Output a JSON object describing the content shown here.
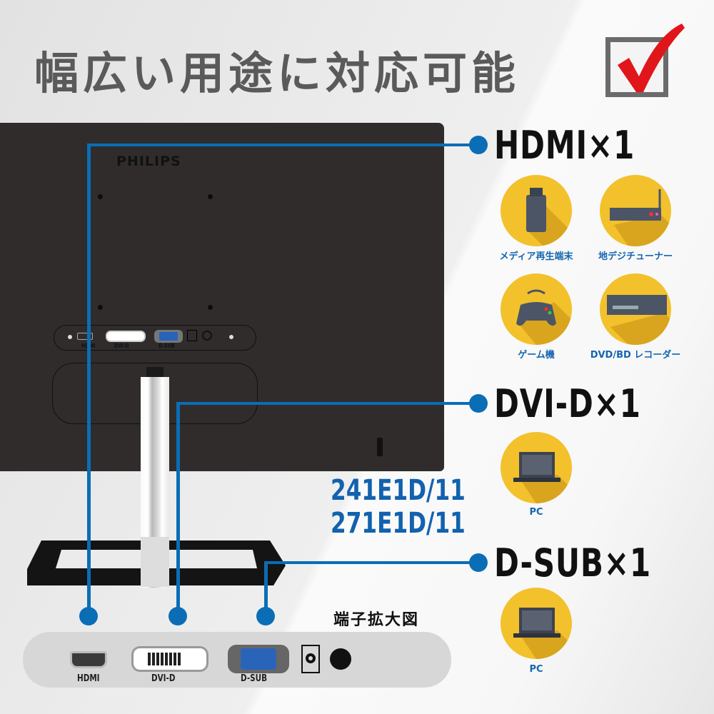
{
  "title": "幅広い用途に対応可能",
  "brand": "PHILIPS",
  "ports_small": {
    "hdmi": "HDMI",
    "dvi": "DVI-D",
    "dsub": "D-SUB"
  },
  "connectors": [
    {
      "label": "HDMI×1",
      "devices": [
        {
          "name": "メディア再生端末",
          "icon": "media-stick-icon"
        },
        {
          "name": "地デジチューナー",
          "icon": "tuner-icon"
        },
        {
          "name": "ゲーム機",
          "icon": "gamepad-icon"
        },
        {
          "name": "DVD/BD レコーダー",
          "icon": "recorder-icon"
        }
      ]
    },
    {
      "label": "DVI-D×1",
      "devices": [
        {
          "name": "PC",
          "icon": "laptop-icon"
        }
      ]
    },
    {
      "label": "D-SUB×1",
      "devices": [
        {
          "name": "PC",
          "icon": "laptop-icon"
        }
      ]
    }
  ],
  "models": [
    "241E1D/11",
    "271E1D/11"
  ],
  "zoom_title": "端子拡大図",
  "zoom_ports": {
    "hdmi": "HDMI",
    "dvi": "DVI-D",
    "dsub": "D-SUB"
  },
  "colors": {
    "accent": "#0b6db6",
    "icon_bg": "#f2c12c",
    "check": "#e0161b"
  }
}
